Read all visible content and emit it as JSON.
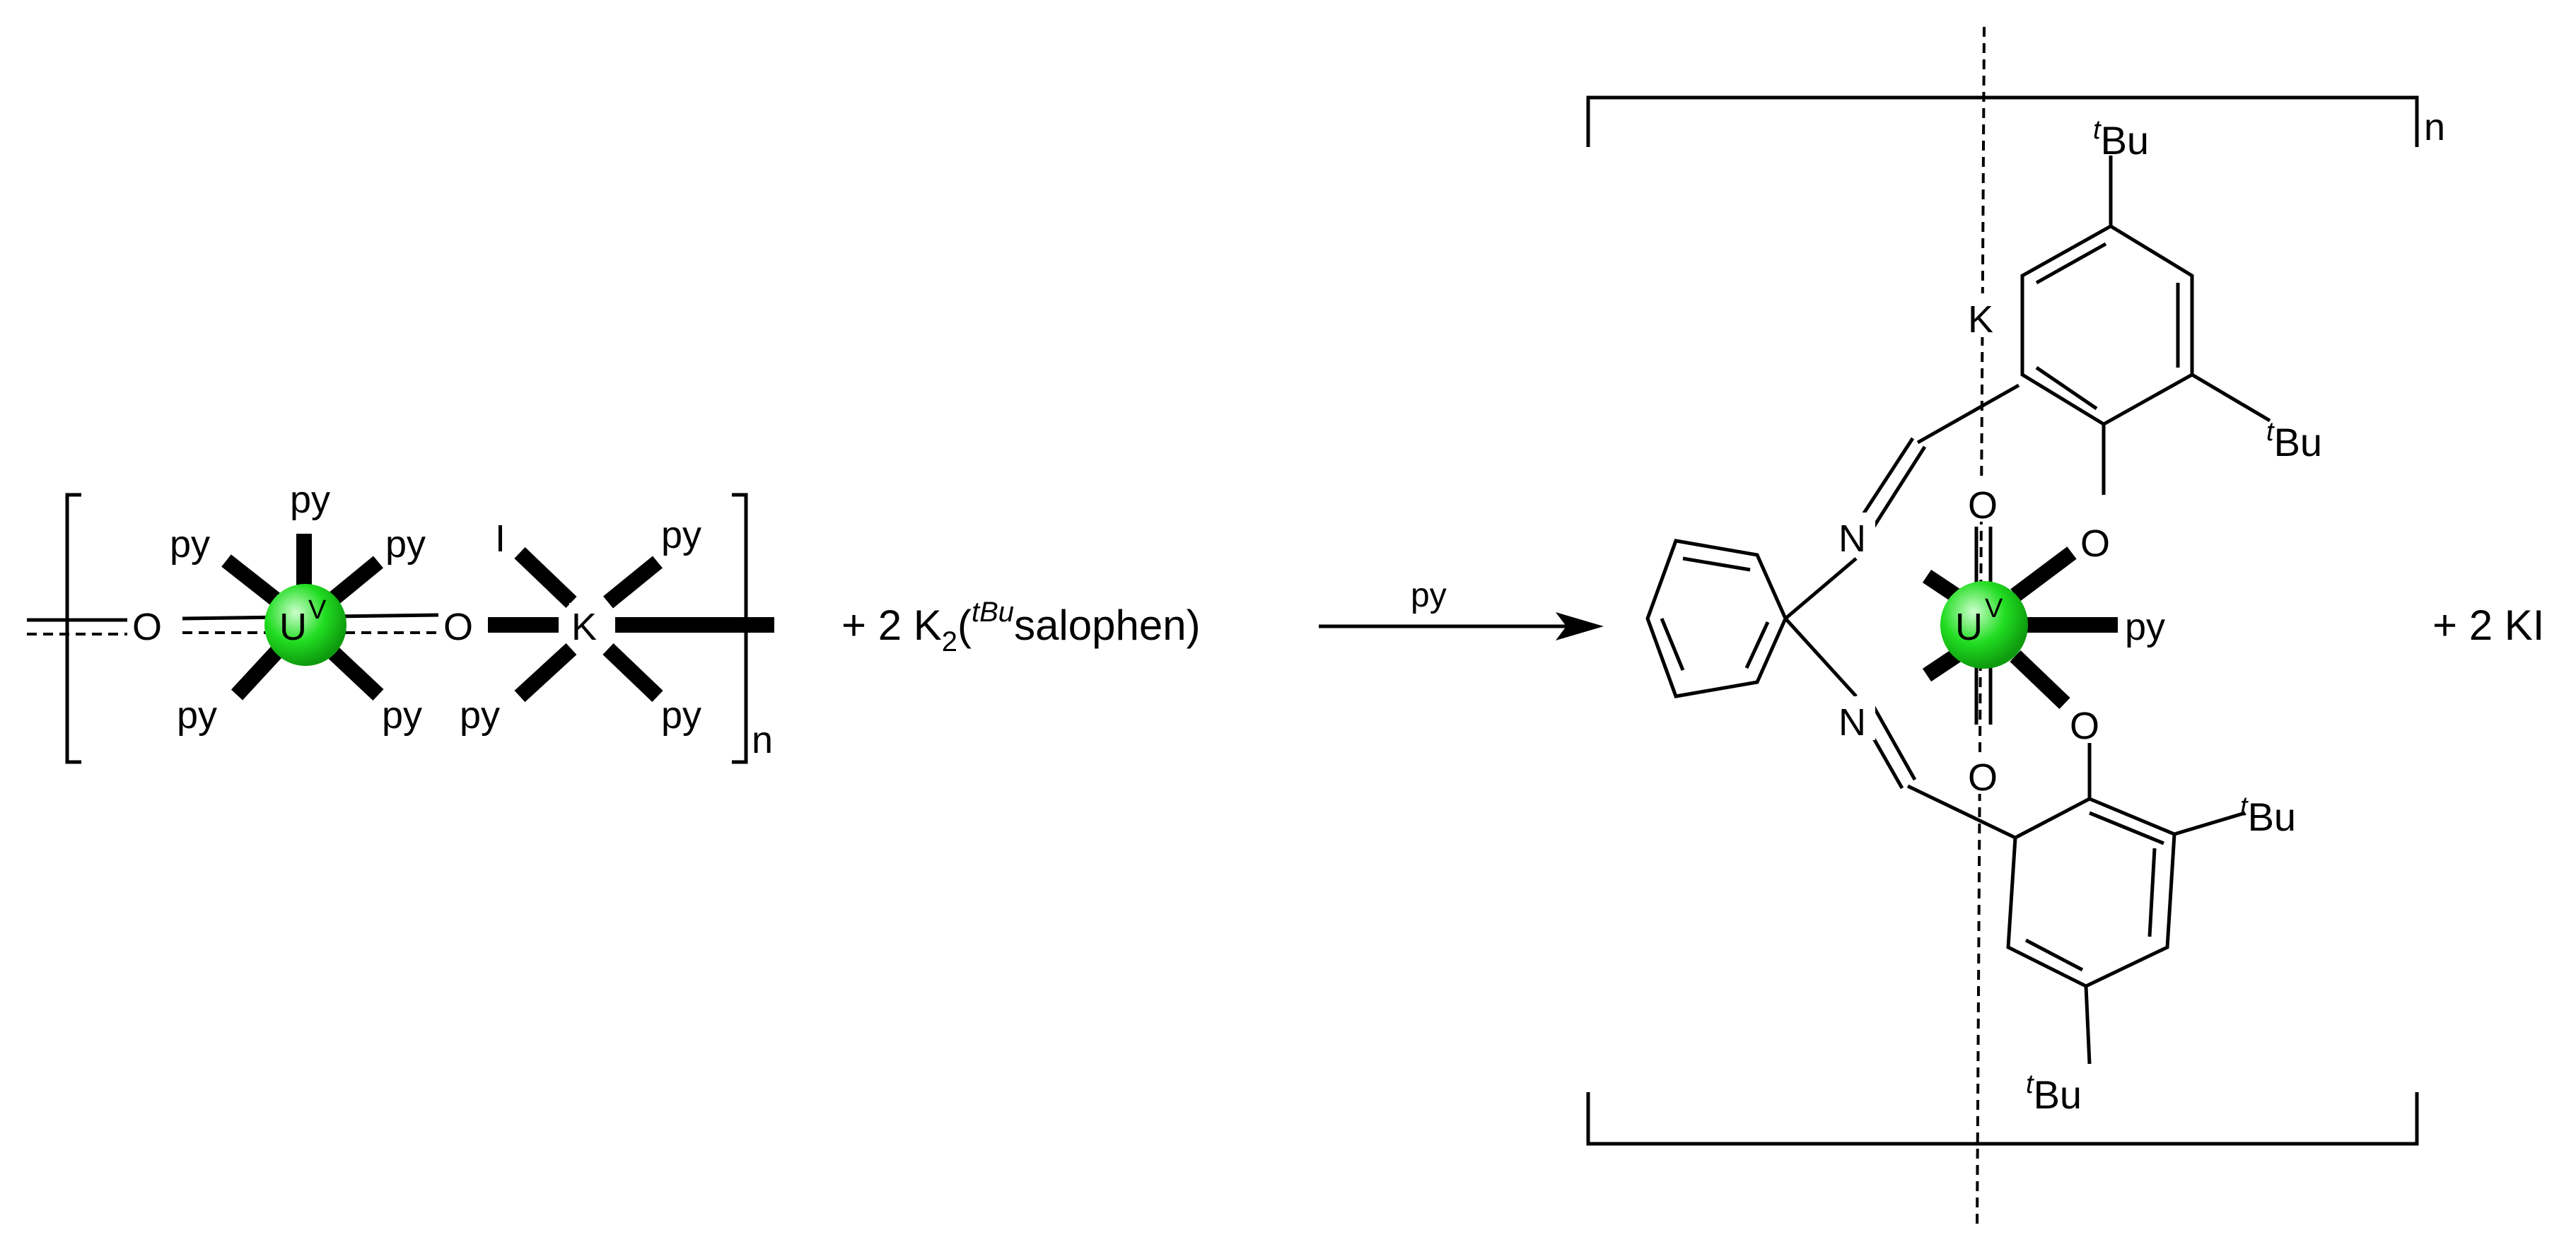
{
  "reactant": {
    "metal": "U",
    "metal_ox": "V",
    "oxo": "O",
    "potassium": "K",
    "iodide": "I",
    "ligand": "py",
    "repeat": "n"
  },
  "reagent": {
    "plus": "+ 2 K",
    "k_sub": "2",
    "open": "(",
    "tbu_sup": "tBu",
    "name": "salophen)"
  },
  "arrow": {
    "condition": "py"
  },
  "product": {
    "metal": "U",
    "metal_ox": "V",
    "oxo": "O",
    "potassium": "K",
    "phenoxide": "O",
    "imine_n": "N",
    "ligand": "py",
    "t_prefix": "t",
    "bu": "Bu",
    "repeat": "n"
  },
  "byproduct": "+ 2 KI",
  "colors": {
    "uranium_sphere": "#22dd22",
    "uranium_highlight": "#ccffcc",
    "bond": "#000000"
  }
}
